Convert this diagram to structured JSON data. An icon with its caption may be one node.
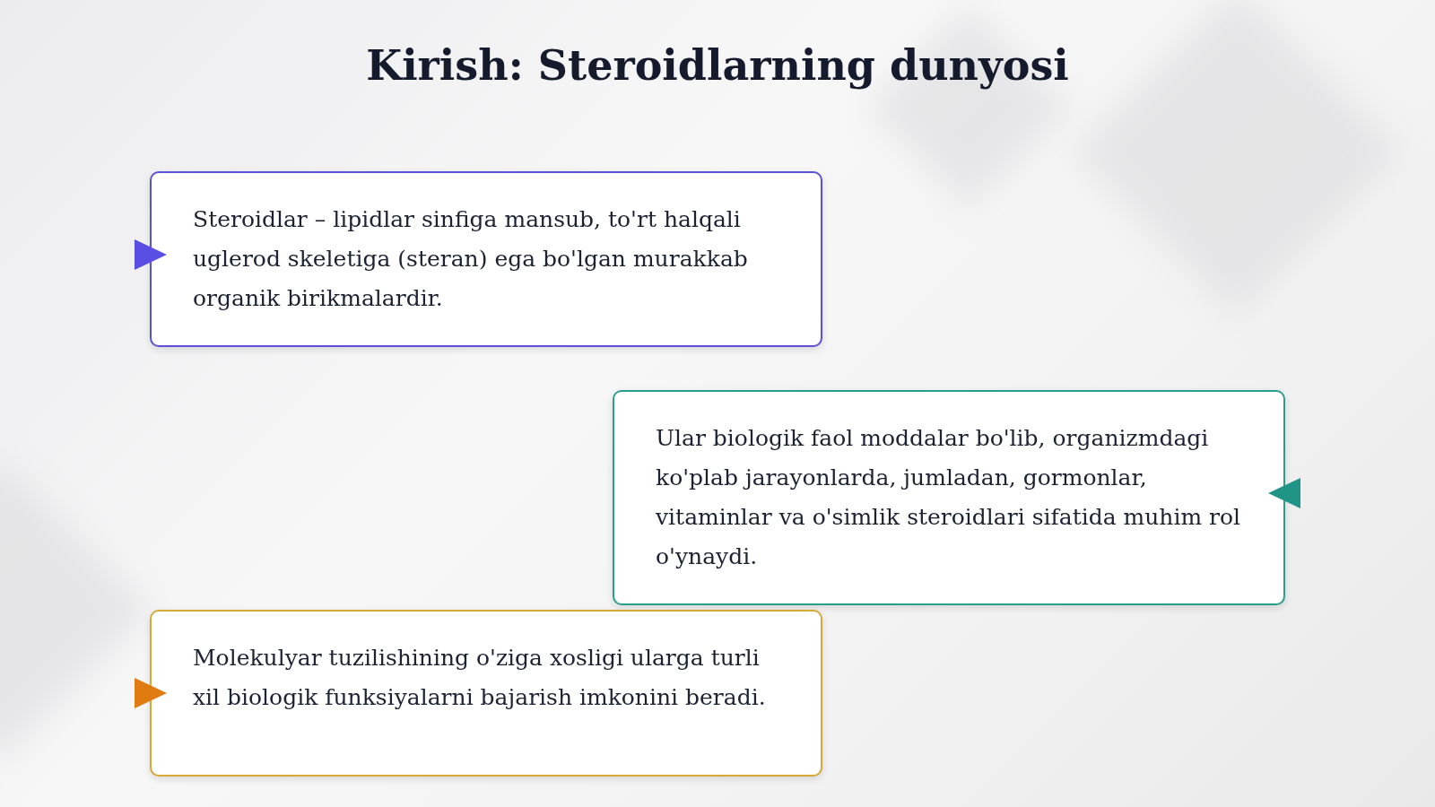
{
  "diagram": {
    "title": "Kirish: Steroidlarning dunyosi",
    "nodes": [
      {
        "text": [
          "Steroidlar – lipidlar sinfiga mansub, to'rt halqali uglerod skeletiga (steran) ega bo'lgan murakkab organik birikmalardir."
        ]
      },
      {
        "text": [
          "Ular biologik faol moddalar bo'lib, organizmdagi ko'plab jarayonlarda, jumladan, gormonlar, vitaminlar va o'simlik steroidlari sifatida muhim rol o'ynaydi."
        ]
      },
      {
        "text": [
          "Molekulyar tuzilishining o'ziga xosligi ularga turli xil biologik funksiyalarni bajarish imkonini beradi."
        ]
      }
    ],
    "edges": []
  }
}
